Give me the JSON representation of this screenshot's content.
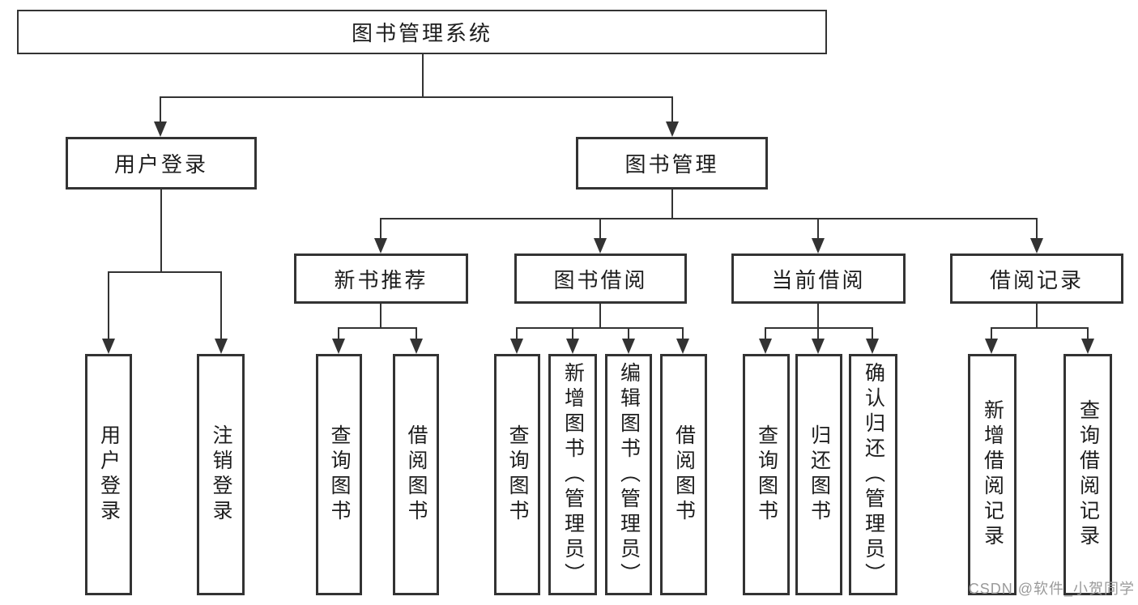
{
  "diagram": {
    "root": "图书管理系统",
    "l2": [
      "用户登录",
      "图书管理"
    ],
    "l3": [
      "新书推荐",
      "图书借阅",
      "当前借阅",
      "借阅记录"
    ],
    "leaves": {
      "login": [
        "用户登录",
        "注销登录"
      ],
      "recommend": [
        "查询图书",
        "借阅图书"
      ],
      "borrow": [
        "查询图书",
        "新增图书（管理员）",
        "编辑图书（管理员）",
        "借阅图书"
      ],
      "current": [
        "查询图书",
        "归还图书",
        "确认归还（管理员）"
      ],
      "record": [
        "新增借阅记录",
        "查询借阅记录"
      ]
    },
    "watermark": "CSDN @软件_小贺同学",
    "colors": {
      "line": "#333333",
      "background": "#ffffff",
      "watermark": "#9a9a9a"
    }
  }
}
